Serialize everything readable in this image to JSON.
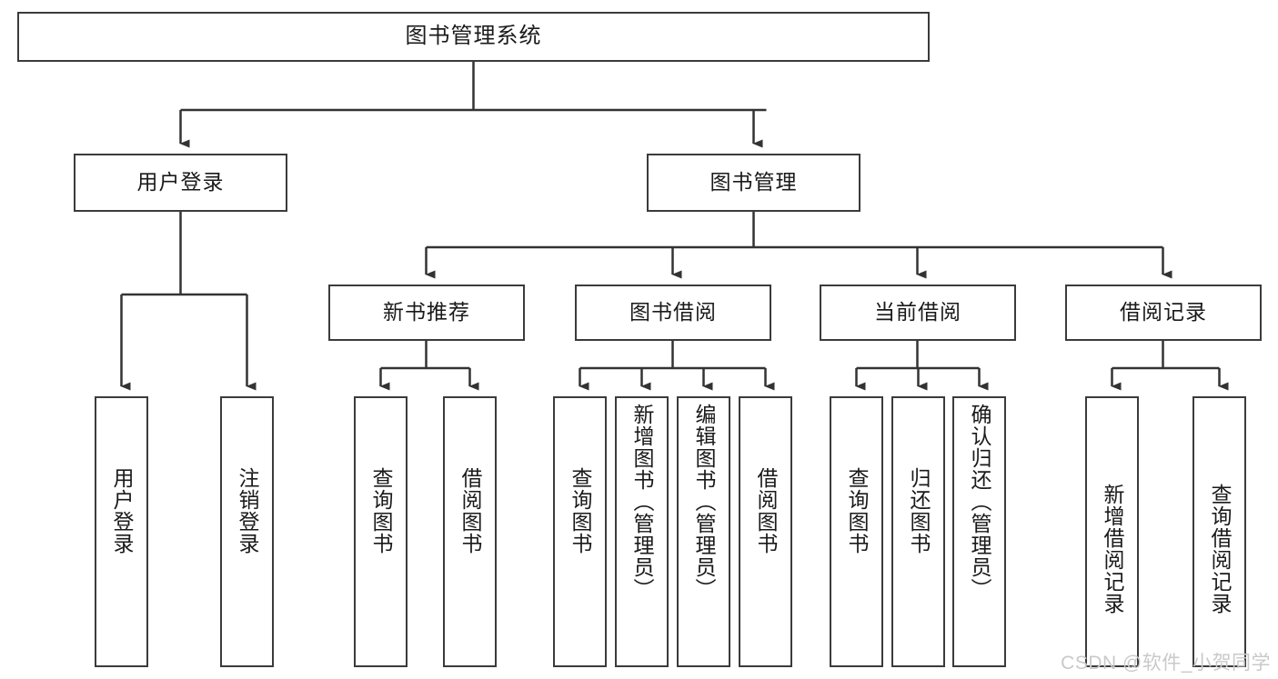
{
  "diagram": {
    "type": "hierarchy-tree",
    "title": "图书管理系统",
    "watermark": "CSDN @软件_小贺同学",
    "colors": {
      "border": "#3b3b3b",
      "background": "#ffffff",
      "text": "#1a1a1a",
      "edge": "#333333",
      "watermark": "#c9c9c9"
    },
    "levels": {
      "level1": [
        "图书管理系统"
      ],
      "level2": [
        "用户登录",
        "图书管理"
      ],
      "level3": [
        "新书推荐",
        "图书借阅",
        "当前借阅",
        "借阅记录"
      ],
      "level4": [
        "用户登录",
        "注销登录",
        "查询图书",
        "借阅图书",
        "查询图书",
        "新增图书（管理员）",
        "编辑图书（管理员）",
        "借阅图书",
        "查询图书",
        "归还图书",
        "确认归还（管理员）",
        "新增借阅记录",
        "查询借阅记录"
      ]
    }
  },
  "root": {
    "label": "图书管理系统"
  },
  "branches": [
    {
      "label": "用户登录"
    },
    {
      "label": "图书管理"
    }
  ],
  "groups": [
    {
      "label": "新书推荐"
    },
    {
      "label": "图书借阅"
    },
    {
      "label": "当前借阅"
    },
    {
      "label": "借阅记录"
    }
  ],
  "leaves": {
    "user_login": [
      {
        "label": "用户登录"
      },
      {
        "label": "注销登录"
      }
    ],
    "new_book": [
      {
        "label": "查询图书"
      },
      {
        "label": "借阅图书"
      }
    ],
    "borrow_book": [
      {
        "label": "查询图书"
      },
      {
        "label": "新增图书（管理员）"
      },
      {
        "label": "编辑图书（管理员）"
      },
      {
        "label": "借阅图书"
      }
    ],
    "current_borrow": [
      {
        "label": "查询图书"
      },
      {
        "label": "归还图书"
      },
      {
        "label": "确认归还（管理员）"
      }
    ],
    "borrow_record": [
      {
        "label": "新增借阅记录"
      },
      {
        "label": "查询借阅记录"
      }
    ]
  },
  "footer": {
    "watermark": "CSDN @软件_小贺同学"
  }
}
